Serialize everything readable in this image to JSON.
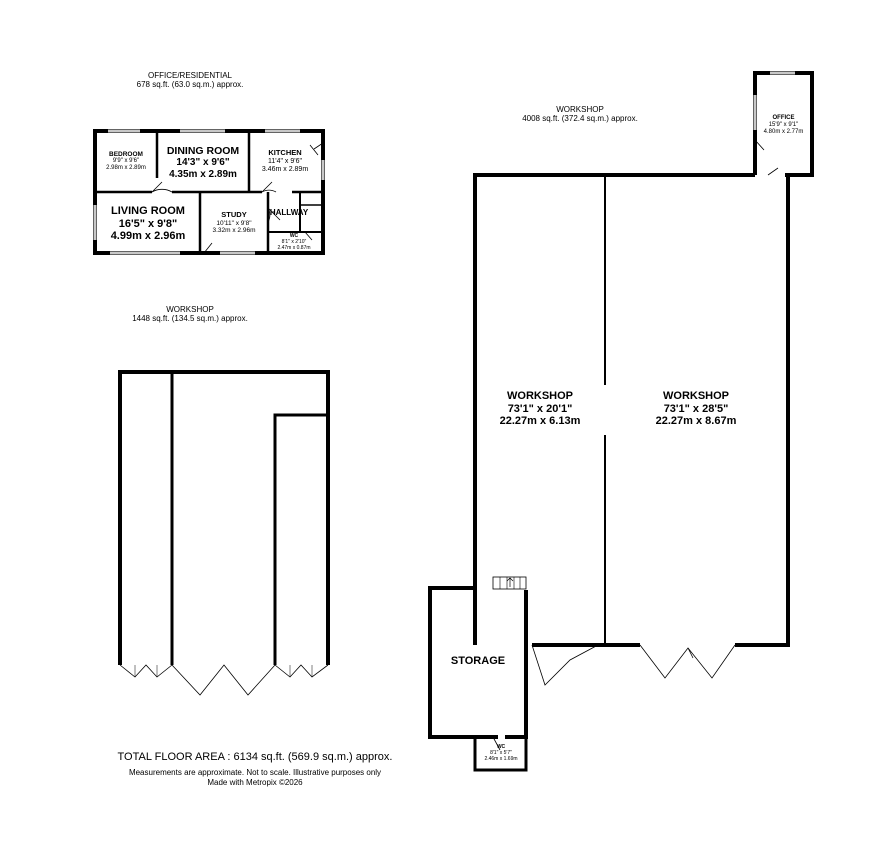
{
  "sections": {
    "office_residential": {
      "title": "OFFICE/RESIDENTIAL",
      "area": "678 sq.ft. (63.0 sq.m.) approx."
    },
    "workshop_left": {
      "title": "WORKSHOP",
      "area": "1448 sq.ft. (134.5 sq.m.) approx."
    },
    "workshop_right": {
      "title": "WORKSHOP",
      "area": "4008 sq.ft. (372.4 sq.m.) approx."
    }
  },
  "rooms": {
    "bedroom": {
      "name": "BEDROOM",
      "imperial": "9'9\" x 9'6\"",
      "metric": "2.98m x 2.89m"
    },
    "dining_room": {
      "name": "DINING ROOM",
      "imperial": "14'3\" x 9'6\"",
      "metric": "4.35m x 2.89m"
    },
    "kitchen": {
      "name": "KITCHEN",
      "imperial": "11'4\" x 9'6\"",
      "metric": "3.46m x 2.89m"
    },
    "living_room": {
      "name": "LIVING ROOM",
      "imperial": "16'5\" x 9'8\"",
      "metric": "4.99m x 2.96m"
    },
    "study": {
      "name": "STUDY",
      "imperial": "10'11\" x 9'8\"",
      "metric": "3.32m x 2.96m"
    },
    "hallway": {
      "name": "HALLWAY"
    },
    "wc_small": {
      "name": "WC",
      "imperial": "8'1\" x 2'10\"",
      "metric": "2.47m x 0.87m"
    },
    "office": {
      "name": "OFFICE",
      "imperial": "15'9\" x 9'1\"",
      "metric": "4.80m x 2.77m"
    },
    "workshop_a": {
      "name": "WORKSHOP",
      "imperial": "73'1\" x 20'1\"",
      "metric": "22.27m x 6.13m"
    },
    "workshop_b": {
      "name": "WORKSHOP",
      "imperial": "73'1\" x 28'5\"",
      "metric": "22.27m x 8.67m"
    },
    "storage": {
      "name": "STORAGE"
    },
    "wc_storage": {
      "name": "WC",
      "imperial": "8'1\" x 5'7\"",
      "metric": "2.46m x 1.69m"
    }
  },
  "footer": {
    "total": "TOTAL FLOOR AREA : 6134 sq.ft. (569.9 sq.m.) approx.",
    "disclaimer": "Measurements are approximate.  Not to scale.  Illustrative purposes only",
    "credit": "Made with Metropix ©2026"
  },
  "colors": {
    "wall": "#000000",
    "window": "#c8c8c8",
    "background": "#ffffff"
  }
}
